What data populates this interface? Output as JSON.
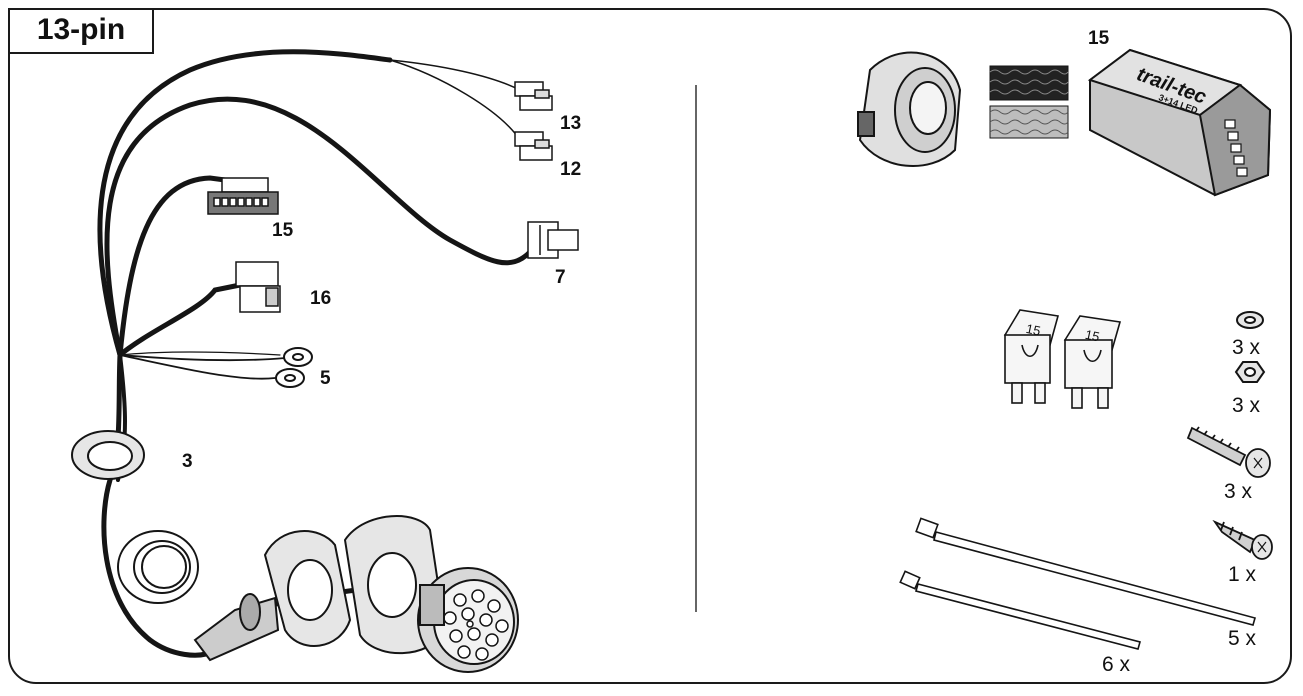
{
  "title": "13-pin",
  "harness_labels": {
    "l13": "13",
    "l12": "12",
    "l15": "15",
    "l7": "7",
    "l16": "16",
    "l5": "5",
    "l3": "3"
  },
  "module": {
    "label": "15",
    "brand": "trail-tec",
    "model": "3+14 LED"
  },
  "fuse_label": "15",
  "quantities": {
    "washer": "3 x",
    "nut": "3 x",
    "bolt": "3 x",
    "screw": "1 x",
    "tie_long": "5 x",
    "tie_short": "6 x"
  },
  "colors": {
    "stroke": "#1a1a1a",
    "fill_light": "#e6e6e6",
    "fill_mid": "#bdbdbd",
    "fill_dark": "#8a8a8a"
  }
}
